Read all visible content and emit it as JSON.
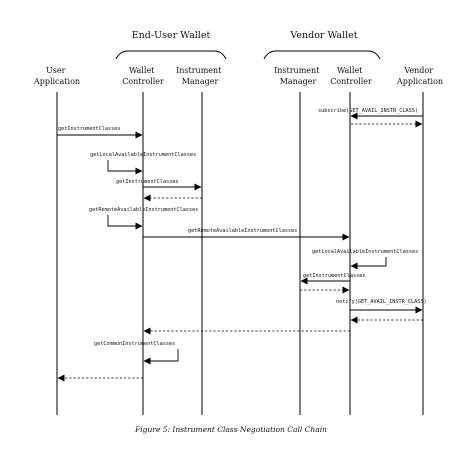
{
  "groups": {
    "end_user_wallet": "End-User Wallet",
    "vendor_wallet": "Vendor Wallet"
  },
  "lanes": {
    "user_application": [
      "User",
      "Application"
    ],
    "euw_wallet_controller": [
      "Wallet",
      "Controller"
    ],
    "euw_instrument_manager": [
      "Instrument",
      "Manager"
    ],
    "vw_instrument_manager": [
      "Instrument",
      "Manager"
    ],
    "vw_wallet_controller": [
      "Wallet",
      "Controller"
    ],
    "vendor_application": [
      "Vendor",
      "Application"
    ]
  },
  "messages": {
    "m1": "subscribe(GET_AVAIL_INSTR_CLASS)",
    "m2": "getInstrumentClasses",
    "m3": "getLocalAvailableInstrumentClasses",
    "m4": "getInstrumentClasses",
    "m5": "getRemoteAvailableInstrumentClasses",
    "m6": "getRemoteAvailableInstrumentClasses",
    "m7": "getLocalAvailableInstrumentClasses",
    "m8": "getInstrumentClasses",
    "m9": "notify(GET_AVAIL_INSTR_CLASS)",
    "m10": "getCommonInstrumentClasses"
  },
  "caption": "Figure 5: Instrument Class Negotiation Call Chain"
}
